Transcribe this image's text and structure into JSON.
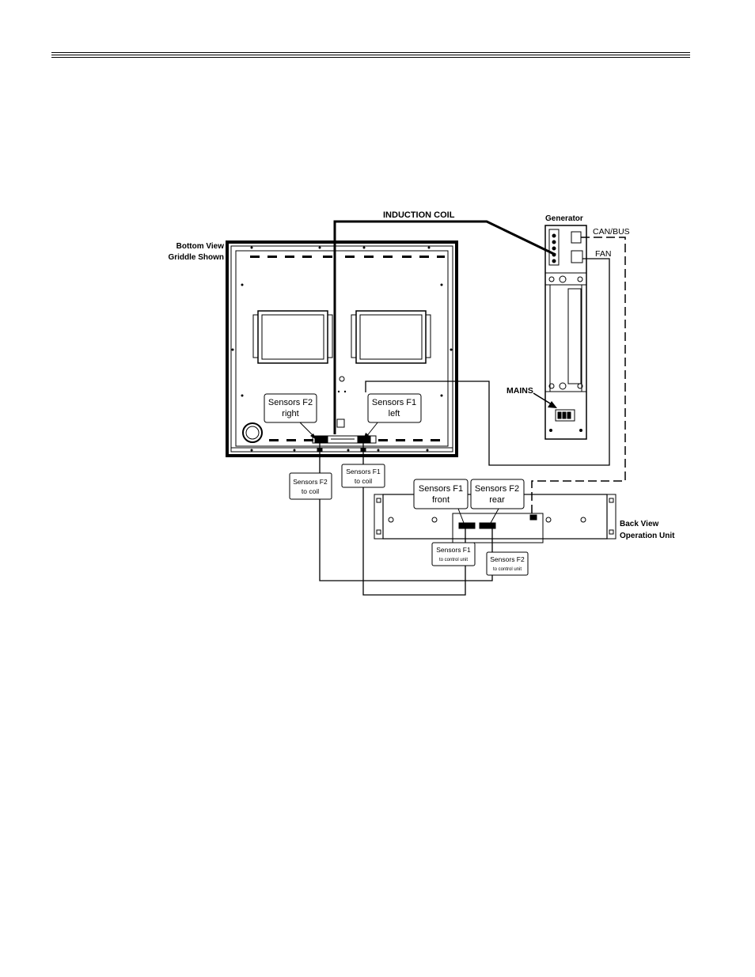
{
  "labels": {
    "induction_coil": "INDUCTION COIL",
    "generator": "Generator",
    "can_bus": "CAN/BUS",
    "fan": "FAN",
    "mains": "MAINS",
    "bottom_view_line1": "Bottom View",
    "bottom_view_line2": "Griddle Shown",
    "back_view_line1": "Back View",
    "back_view_line2": "Operation Unit"
  },
  "callouts": {
    "f2_right": [
      "Sensors F2",
      "right"
    ],
    "f1_left": [
      "Sensors F1",
      "left"
    ],
    "f2_to_coil": [
      "Sensors F2",
      "to coil"
    ],
    "f1_to_coil": [
      "Sensors F1",
      "to coil"
    ],
    "f1_front": [
      "Sensors F1",
      "front"
    ],
    "f2_rear": [
      "Sensors F2",
      "rear"
    ],
    "f1_to_control": [
      "Sensors F1",
      "to control unit"
    ],
    "f2_to_control": [
      "Sensors F2",
      "to control unit"
    ]
  }
}
